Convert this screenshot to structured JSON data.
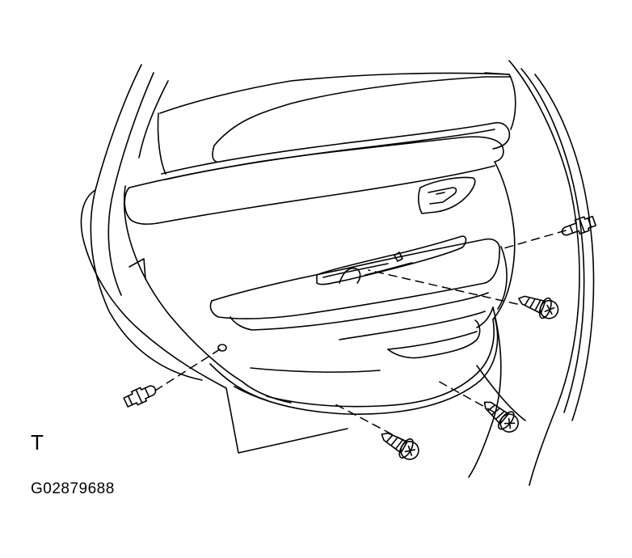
{
  "diagram": {
    "view_letter": "T",
    "figure_code": "G02879688",
    "colors": {
      "line": "#000000",
      "background": "#ffffff"
    },
    "fasteners": [
      {
        "name": "trim-clip",
        "kind": "clip"
      },
      {
        "name": "upper-screw",
        "kind": "screw"
      },
      {
        "name": "lower-right-screw",
        "kind": "screw"
      },
      {
        "name": "bottom-screw",
        "kind": "screw"
      },
      {
        "name": "left-clip",
        "kind": "clip"
      }
    ]
  }
}
